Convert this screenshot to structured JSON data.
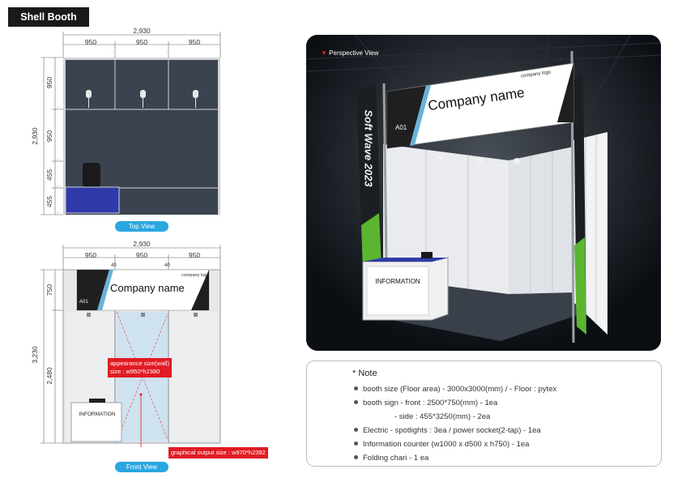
{
  "header": {
    "title": "Shell Booth"
  },
  "top_view": {
    "total_width": "2,930",
    "widths": [
      "950",
      "950",
      "950"
    ],
    "gap_labels": [
      "40",
      "40"
    ],
    "total_height": "2,930",
    "heights": [
      "950",
      "950",
      "455",
      "455"
    ],
    "side_gaps": [
      "40",
      "40",
      "40",
      "40"
    ],
    "caption": "Top View"
  },
  "front_view": {
    "total_width": "2,930",
    "widths": [
      "950",
      "950",
      "950"
    ],
    "gap_labels": [
      "40",
      "40"
    ],
    "total_height": "3,230",
    "heights": [
      "750",
      "2,480"
    ],
    "sign_company": "Company name",
    "sign_logo": "company logo",
    "sign_booth_no": "A01",
    "appearance_label": "appearance size(wall)",
    "appearance_size": "size : w950*h2380",
    "counter_label": "INFORMATION",
    "graphical_output": "graphical output size : w970*h2392",
    "caption": "Front View"
  },
  "perspective": {
    "label": "Perspective View",
    "sign_company": "Company name",
    "sign_logo": "company logo",
    "sign_booth_no": "A01",
    "side_banner": "Soft Wave 2023",
    "counter_label": "INFORMATION"
  },
  "notes": {
    "heading": "* Note",
    "lines": [
      {
        "text": "booth size (Floor area)  -  3000x3000(mm) / - Floor : pytex",
        "bullet": true
      },
      {
        "text": "booth sign - front : 2500*750(mm)  -  1ea",
        "bullet": true
      },
      {
        "text": "- side : 455*3250(mm)  -  2ea",
        "bullet": false
      },
      {
        "text": "Electric   -  spotlights : 3ea /  power socket(2-tap)  -  1ea",
        "bullet": true
      },
      {
        "text": "Information counter (w1000 x d500 x h750)  -  1ea",
        "bullet": true
      },
      {
        "text": "Folding chari  -  1 ea",
        "bullet": true
      }
    ]
  },
  "colors": {
    "accent_blue": "#2aa7e0",
    "red_tag": "#e01b24",
    "green_banner": "#5bb531",
    "carpet": "#3b4350"
  }
}
